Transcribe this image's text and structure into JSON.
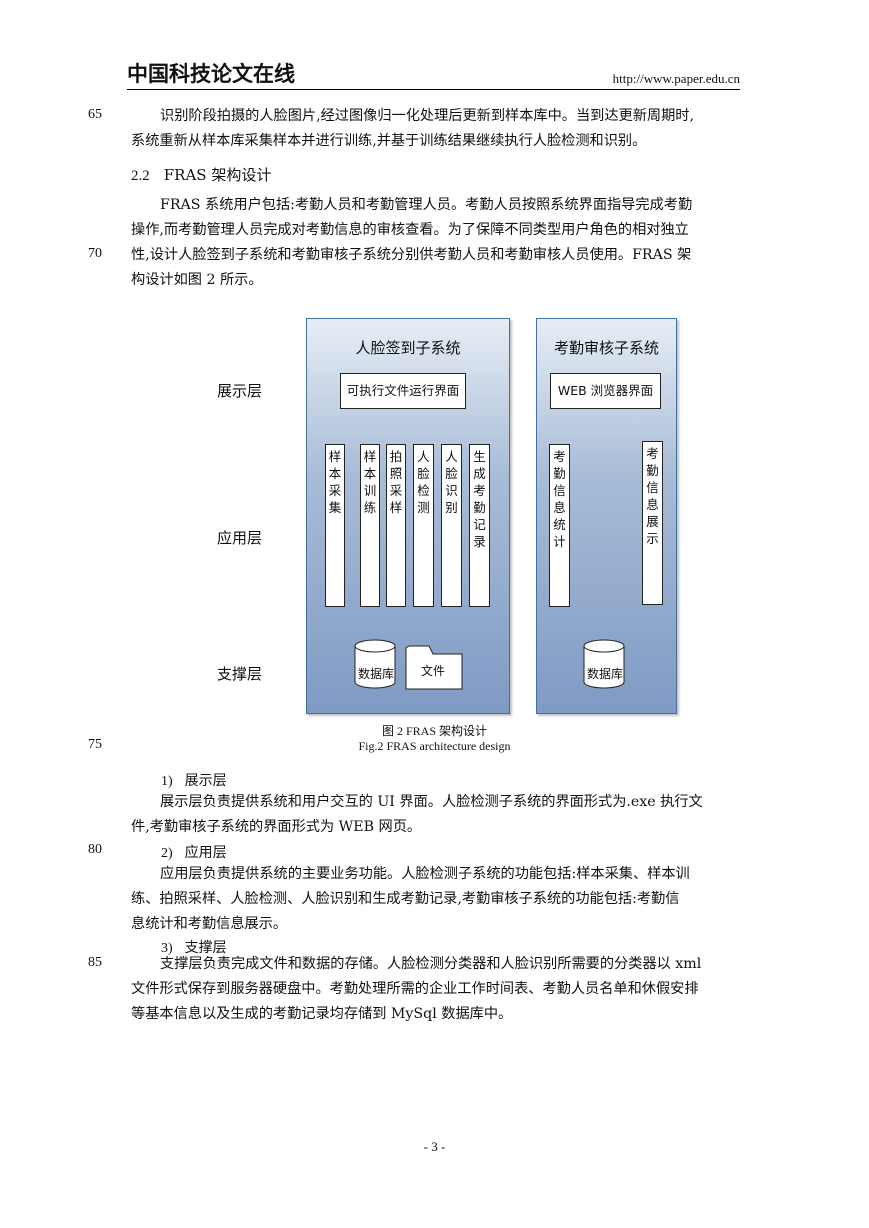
{
  "header": {
    "logo_text": "中国科技论文在线",
    "url": "http://www.paper.edu.cn"
  },
  "line_numbers": {
    "n65": "65",
    "n70": "70",
    "n75": "75",
    "n80": "80",
    "n85": "85"
  },
  "para1": {
    "lines": [
      "识别阶段拍摄的人脸图片,经过图像归一化处理后更新到样本库中。当到达更新周期时,",
      "系统重新从样本库采集样本并进行训练,并基于训练结果继续执行人脸检测和识别。"
    ]
  },
  "section": {
    "number": "2.2",
    "title": "FRAS 架构设计"
  },
  "para2": {
    "lines": [
      "FRAS 系统用户包括:考勤人员和考勤管理人员。考勤人员按照系统界面指导完成考勤",
      "操作,而考勤管理人员完成对考勤信息的审核查看。为了保障不同类型用户角色的相对独立",
      "性,设计人脸签到子系统和考勤审核子系统分别供考勤人员和考勤审核人员使用。FRAS 架",
      "构设计如图 2 所示。"
    ]
  },
  "figure": {
    "layers": {
      "presentation": "展示层",
      "application": "应用层",
      "support": "支撑层"
    },
    "left_panel": {
      "title": "人脸签到子系统",
      "ui_box": "可执行文件运行界面",
      "modules": [
        "样本采集",
        "样本训练",
        "拍照采样",
        "人脸检测",
        "人脸识别",
        "生成考勤记录"
      ],
      "db_label": "数据库",
      "file_label": "文件"
    },
    "right_panel": {
      "title": "考勤审核子系统",
      "ui_box": "WEB 浏览器界面",
      "modules": [
        "考勤信息统计",
        "考勤信息展示"
      ],
      "db_label": "数据库"
    },
    "caption_cn": "图 2 FRAS 架构设计",
    "caption_en": "Fig.2 FRAS architecture design"
  },
  "items": [
    {
      "number": "1)",
      "title": "展示层",
      "lines": [
        "展示层负责提供系统和用户交互的 UI 界面。人脸检测子系统的界面形式为.exe 执行文",
        "件,考勤审核子系统的界面形式为 WEB  网页。"
      ]
    },
    {
      "number": "2)",
      "title": "应用层",
      "lines": [
        "应用层负责提供系统的主要业务功能。人脸检测子系统的功能包括:样本采集、样本训",
        "练、拍照采样、人脸检测、人脸识别和生成考勤记录,考勤审核子系统的功能包括:考勤信",
        "息统计和考勤信息展示。"
      ]
    },
    {
      "number": "3)",
      "title": "支撑层",
      "lines": [
        "支撑层负责完成文件和数据的存储。人脸检测分类器和人脸识别所需要的分类器以 xml",
        "文件形式保存到服务器硬盘中。考勤处理所需的企业工作时间表、考勤人员名单和休假安排",
        "等基本信息以及生成的考勤记录均存储到 MySql 数据库中。"
      ]
    }
  ],
  "page_number": "- 3 -"
}
